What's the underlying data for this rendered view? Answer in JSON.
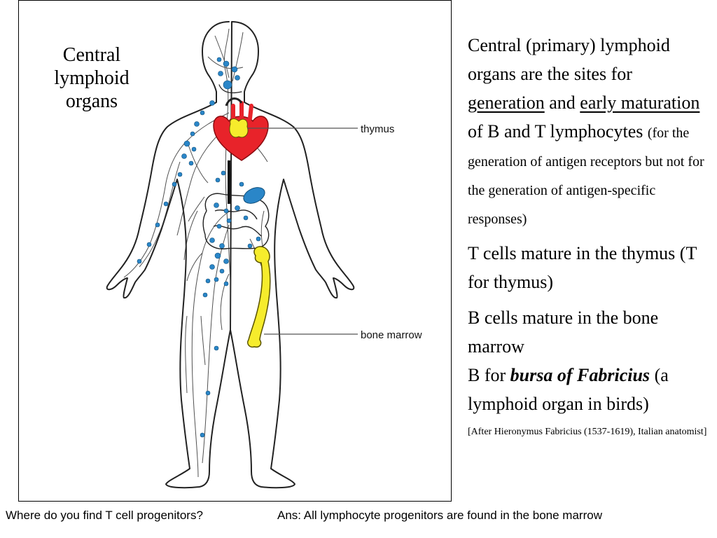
{
  "figure": {
    "side_title": [
      "Central",
      "lymphoid",
      "organs"
    ],
    "callouts": {
      "thymus": "thymus",
      "bone_marrow": "bone marrow"
    },
    "colors": {
      "heart": "#e8232a",
      "thymus": "#f6ec2c",
      "bone": "#f6ec2c",
      "nodes": "#2a86c8",
      "spleen": "#2a86c8",
      "outline": "#222222"
    }
  },
  "text": {
    "p1": {
      "a": "Central (primary) lymphoid organs are the sites for ",
      "u1": "generation",
      "b": " and ",
      "u2": "early maturation",
      "c": " of B and T lymphocytes ",
      "small": "(for the generation of antigen receptors but not for the generation of antigen-specific responses)"
    },
    "p2": "T cells mature in the thymus (T for thymus)",
    "p3": "B cells mature in the bone marrow",
    "p4": {
      "a": "B for ",
      "bi": "bursa of Fabricius",
      "b": " (a lymphoid organ in birds)"
    },
    "note": "[After Hieronymus Fabricius (1537-1619), Italian anatomist]"
  },
  "footer": {
    "question": "Where do you find T cell progenitors?",
    "answer": "Ans: All lymphocyte progenitors are found in the bone marrow"
  }
}
